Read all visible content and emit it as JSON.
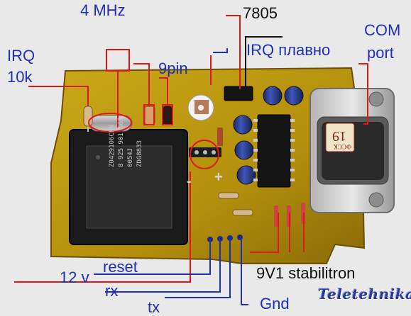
{
  "labels": {
    "freq": "4 MHz",
    "regulator": "7805",
    "com_1": "COM",
    "com_2": "port",
    "irq_1": "IRQ",
    "irq_2": "10k",
    "irq_smooth": "IRQ плавно",
    "ninepin": "9pin",
    "minus": "-",
    "plus": "+",
    "v12": "12 v",
    "reset": "reset",
    "rx": "rx",
    "tx": "tx",
    "stabilitron": "9V1 stabilitron",
    "gnd": "Gnd",
    "brand": "Teletehnika"
  },
  "chip_text": {
    "line1": "Z0429106CFN",
    "line2": "8  925 901 565",
    "line3": "0054J",
    "line4": "ZDG8833"
  },
  "connector_text": {
    "number": "19",
    "small": "ФССК"
  },
  "colors": {
    "label_blue": "#1f2fb8",
    "leader_red": "#e01818",
    "pcb": "#b8960e",
    "background": "#e9e9ea"
  }
}
